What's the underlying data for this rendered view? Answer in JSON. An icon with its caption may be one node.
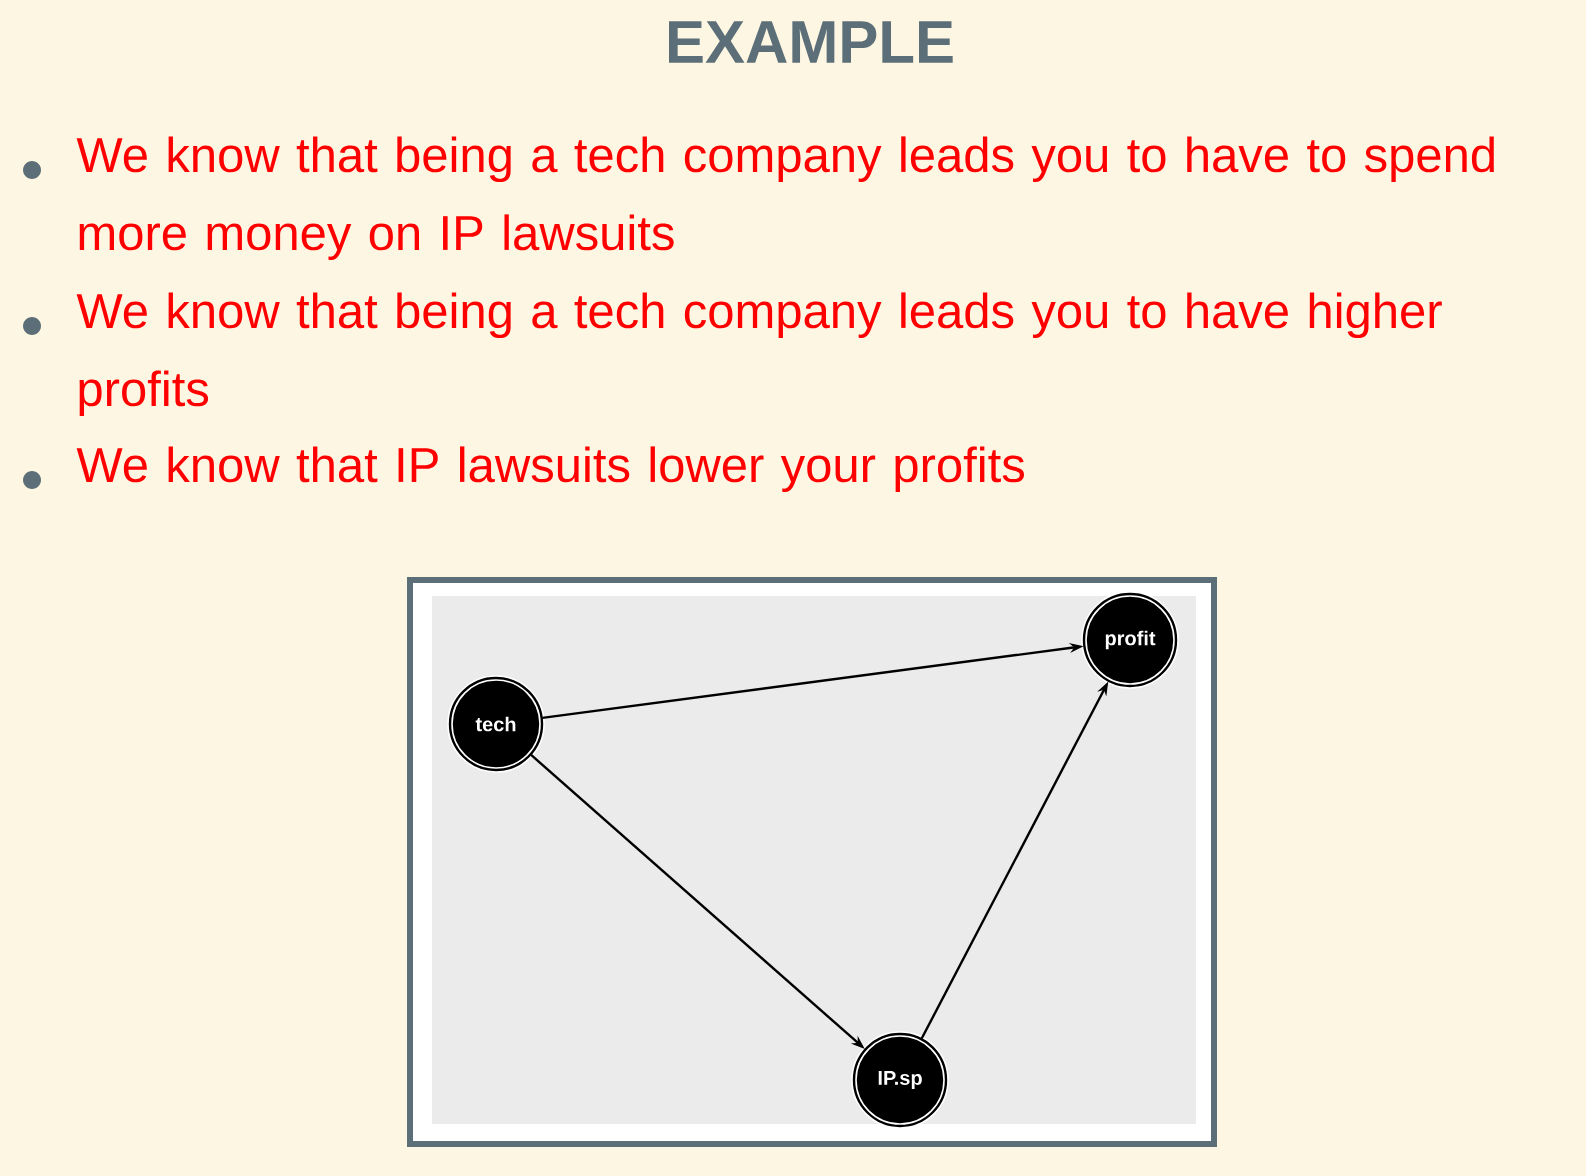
{
  "diagram": {
    "title": "EXAMPLE",
    "nodes": [
      {
        "text": [
          "tech"
        ]
      },
      {
        "text": [
          "profit"
        ]
      },
      {
        "text": [
          "IP.sp"
        ]
      }
    ],
    "edges": [
      {
        "from": 0,
        "to": 1,
        "arrow": "to"
      },
      {
        "from": 0,
        "to": 2,
        "arrow": "to"
      },
      {
        "from": 2,
        "to": 1,
        "arrow": "to"
      }
    ],
    "labels": [
      "We know that being a tech company leads you to have to spend more money on IP lawsuits",
      "We know that being a tech company leads you to have higher profits",
      "We know that IP lawsuits lower your profits"
    ]
  }
}
